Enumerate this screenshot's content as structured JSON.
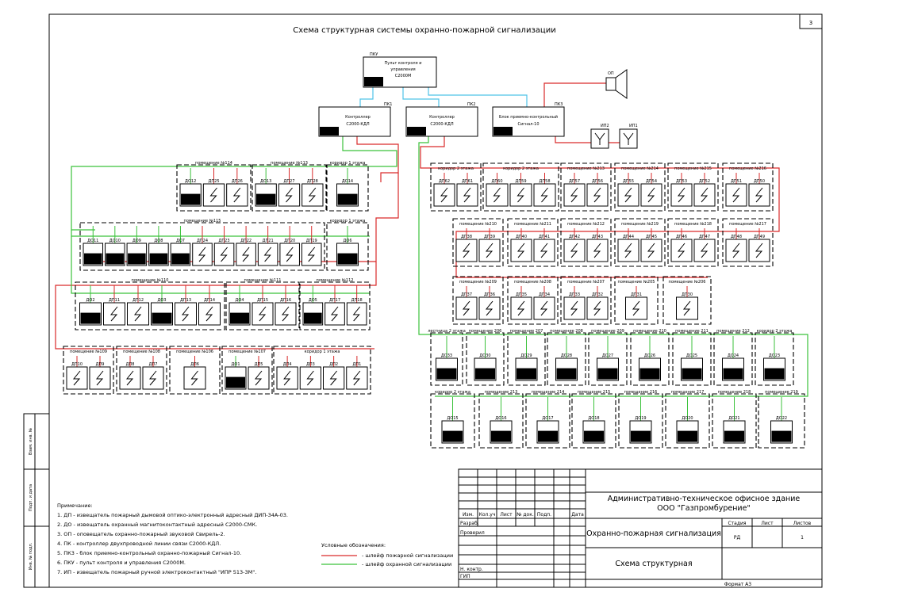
{
  "sheet_number": "3",
  "title": "Схема структурная системы охранно-пожарной сигнализации",
  "devices": {
    "pku": {
      "tag": "ПКУ",
      "line1": "Пульт контроля и",
      "line2": "управления",
      "line3": "С2000М"
    },
    "pk1": {
      "tag": "ПК1",
      "line1": "Контроллер",
      "line2": "С2000-КДЛ"
    },
    "pk2": {
      "tag": "ПК2",
      "line1": "Контроллер",
      "line2": "С2000-КДЛ"
    },
    "pk3": {
      "tag": "ПК3",
      "line1": "Блок приемно-контрольный",
      "line2": "Сигнал-10"
    },
    "op": {
      "tag": "ОП"
    },
    "ip1": {
      "tag": "ИП1"
    },
    "ip2": {
      "tag": "ИП2"
    }
  },
  "rooms": [
    {
      "label": "помещение №114",
      "devices": [
        "ДО12",
        "ДП25",
        "ДП26"
      ]
    },
    {
      "label": "помещение №113",
      "devices": [
        "ДО13",
        "ДП27",
        "ДП28"
      ]
    },
    {
      "label": "коридор 1 этажа",
      "devices": [
        "ДО14"
      ]
    },
    {
      "label": "помещение №115",
      "devices": [
        "ДО11",
        "ДО10",
        "ДО9",
        "ДО8",
        "ДО7",
        "ДП24",
        "ДП23",
        "ДП22",
        "ДП21",
        "ДП20",
        "ДП19"
      ]
    },
    {
      "label": "коридор 1 этажа",
      "devices": [
        "ДО6"
      ]
    },
    {
      "label": "помещение №110",
      "devices": [
        "ДО2",
        "ДП11",
        "ДП12",
        "ДО3",
        "ДП13",
        "ДП14"
      ]
    },
    {
      "label": "помещение №111",
      "devices": [
        "ДО4",
        "ДП15",
        "ДП16"
      ]
    },
    {
      "label": "помещение №112",
      "devices": [
        "ДО5",
        "ДП17",
        "ДП18"
      ]
    },
    {
      "label": "помещение №109",
      "devices": [
        "ДП10",
        "ДП9"
      ]
    },
    {
      "label": "помещение №108",
      "devices": [
        "ДП8",
        "ДП7"
      ]
    },
    {
      "label": "помещение №106",
      "devices": [
        "ДП6"
      ]
    },
    {
      "label": "помещение №107",
      "devices": [
        "ДО1",
        "ДП5"
      ]
    },
    {
      "label": "коридор 1 этажа",
      "devices": [
        "ДП4",
        "ДП3",
        "ДП2",
        "ДП1"
      ]
    },
    {
      "label": "коридор 2 этажа",
      "devices": [
        "ДП62",
        "ДП61"
      ]
    },
    {
      "label": "коридор 2 этажа",
      "devices": [
        "ДП60",
        "ДП59",
        "ДП58"
      ]
    },
    {
      "label": "помещение №213",
      "devices": [
        "ДП57",
        "ДП56"
      ]
    },
    {
      "label": "помещение №214",
      "devices": [
        "ДП55",
        "ДП54"
      ]
    },
    {
      "label": "помещение №215",
      "devices": [
        "ДП53",
        "ДП52"
      ]
    },
    {
      "label": "помещение №216",
      "devices": [
        "ДП51",
        "ДП50"
      ]
    },
    {
      "label": "помещение №210",
      "devices": [
        "ДП38",
        "ДП39"
      ]
    },
    {
      "label": "помещение №211",
      "devices": [
        "ДП40",
        "ДП41"
      ]
    },
    {
      "label": "помещение №212",
      "devices": [
        "ДП42",
        "ДП43"
      ]
    },
    {
      "label": "помещение №219",
      "devices": [
        "ДП44",
        "ДП45"
      ]
    },
    {
      "label": "помещение №218",
      "devices": [
        "ДП46",
        "ДП47"
      ]
    },
    {
      "label": "помещение №217",
      "devices": [
        "ДП48",
        "ДП49"
      ]
    },
    {
      "label": "помещение №209",
      "devices": [
        "ДП37",
        "ДП36"
      ]
    },
    {
      "label": "помещение №208",
      "devices": [
        "ДП35",
        "ДП34"
      ]
    },
    {
      "label": "помещение №207",
      "devices": [
        "ДП33",
        "ДП32"
      ]
    },
    {
      "label": "помещение №205",
      "devices": [
        "ДП31"
      ]
    },
    {
      "label": "помещение №206",
      "devices": [
        "ДП30"
      ]
    },
    {
      "label": "лестница 2 этажа",
      "devices": [
        "ДО33"
      ]
    },
    {
      "label": "помещение 206",
      "devices": [
        "ДО30"
      ]
    },
    {
      "label": "помещение 207",
      "devices": [
        "ДО29"
      ]
    },
    {
      "label": "помещение 208",
      "devices": [
        "ДО28"
      ]
    },
    {
      "label": "помещение 209",
      "devices": [
        "ДО27"
      ]
    },
    {
      "label": "помещение 210",
      "devices": [
        "ДО26"
      ]
    },
    {
      "label": "помещение 211",
      "devices": [
        "ДО25"
      ]
    },
    {
      "label": "помещение 212",
      "devices": [
        "ДО24"
      ]
    },
    {
      "label": "коридор 2 этажа",
      "devices": [
        "ДО23"
      ]
    },
    {
      "label": "коридор 2 этажа",
      "devices": [
        "ДО15"
      ]
    },
    {
      "label": "помещение 213",
      "devices": [
        "ДО16"
      ]
    },
    {
      "label": "помещение 214",
      "devices": [
        "ДО17"
      ]
    },
    {
      "label": "помещение 215",
      "devices": [
        "ДО18"
      ]
    },
    {
      "label": "помещение 216",
      "devices": [
        "ДО19"
      ]
    },
    {
      "label": "помещение 217",
      "devices": [
        "ДО20"
      ]
    },
    {
      "label": "помещение 218",
      "devices": [
        "ДО21"
      ]
    },
    {
      "label": "помещение 219",
      "devices": [
        "ДО22"
      ]
    }
  ],
  "notes": {
    "heading": "Примечание:",
    "items": [
      "1. ДП - извещатель пожарный дымовой оптико-электронный адресный ДИП-34А-03.",
      "2. ДО - извещатель охранный магнитоконтактный адресный С2000-СМК.",
      "3. ОП - оповещатель охранно-пожарный звуковой Свирель-2.",
      "4. ПК - контроллер двухпроводной линии связи С2000-КДЛ.",
      "5. ПК3 - блок приемно-контрольный охранно-пожарный Сигнал-10.",
      "6. ПКУ - пульт контроля и управления С2000М.",
      "7. ИП - извещатель пожарный ручной электроконтактный \"ИПР 513-3М\"."
    ]
  },
  "legend": {
    "heading": "Условные обозначения:",
    "fire": "- шлейф пожарной сигнализации",
    "security": "- шлейф охранной сигнализации"
  },
  "colors": {
    "fire": "#d92a2a",
    "security": "#3bc23b",
    "interface": "#4fc3e8"
  },
  "left_margin": {
    "inv_zam": "Взам. инв. №",
    "podp_data": "Подп. и дата",
    "inv_podl": "Инв. № подл."
  },
  "stamp": {
    "headers": [
      "Изм.",
      "Кол.уч",
      "Лист",
      "№ док.",
      "Подп.",
      "Дата"
    ],
    "roles": [
      "Разраб.",
      "Проверил",
      "Н. контр.",
      "ГИП"
    ],
    "building_line1": "Административно-техническое офисное здание",
    "building_line2": "ООО \"Газпромбурение\"",
    "system": "Охранно-пожарная сигнализация",
    "drawing": "Схема структурная",
    "stage_h": "Стадия",
    "sheet_h": "Лист",
    "sheets_h": "Листов",
    "stage": "РД",
    "sheets": "1",
    "format": "Формат А3"
  }
}
